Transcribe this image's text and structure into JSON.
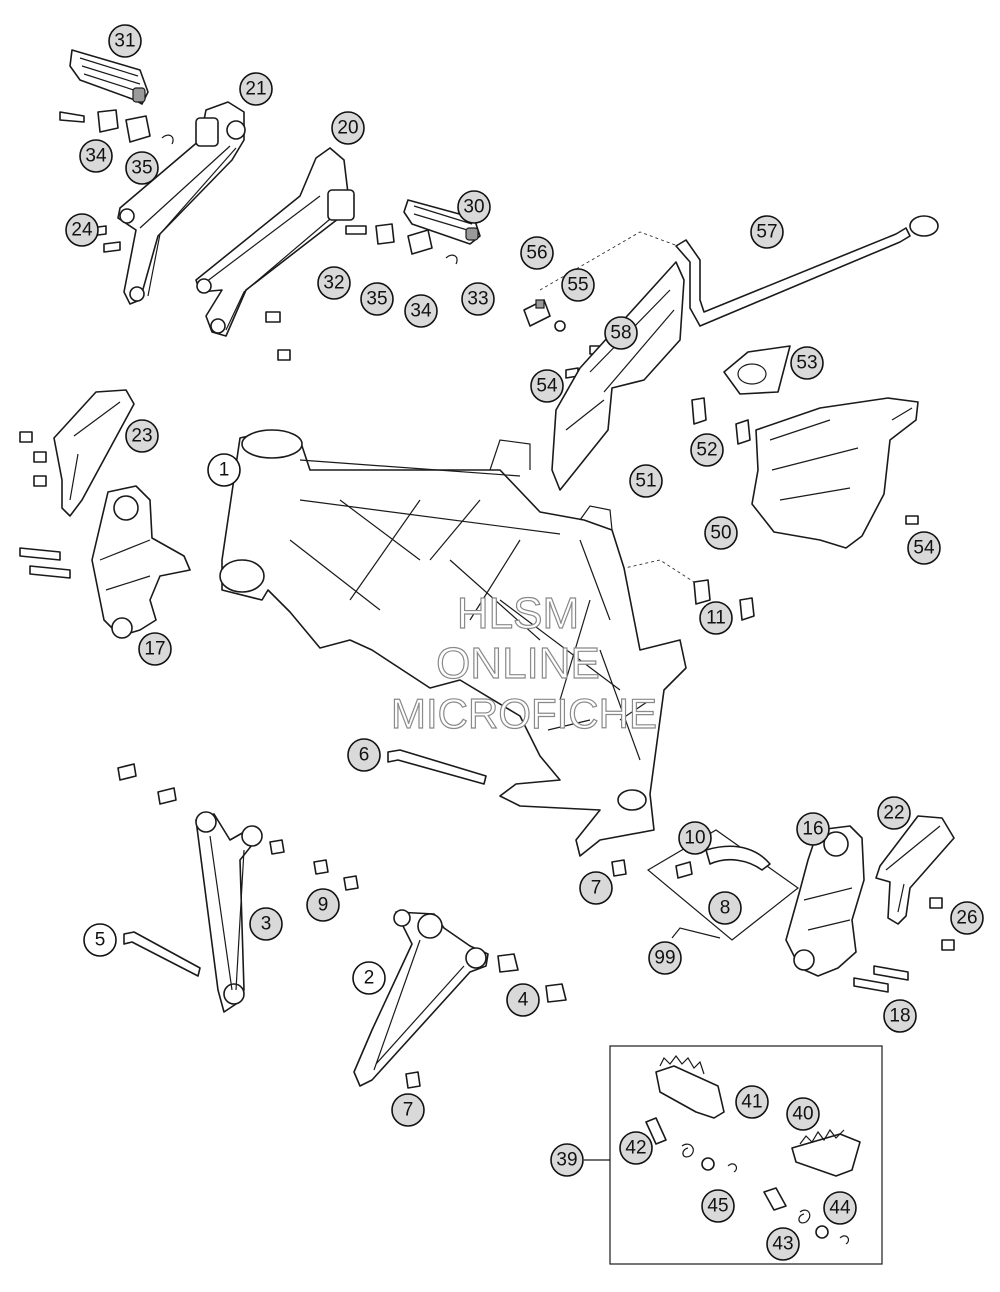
{
  "watermark": {
    "line1": "HLSM",
    "line2": "ONLINE",
    "line3": "MICROFICHE"
  },
  "colors": {
    "callout_fill_shaded": "#d9d9d9",
    "callout_fill_plain": "#ffffff",
    "stroke": "#1a1a1a"
  },
  "callouts": [
    {
      "id": "31",
      "shaded": true
    },
    {
      "id": "21",
      "shaded": true
    },
    {
      "id": "20",
      "shaded": true
    },
    {
      "id": "34",
      "shaded": true
    },
    {
      "id": "35",
      "shaded": true
    },
    {
      "id": "30",
      "shaded": true
    },
    {
      "id": "24",
      "shaded": true
    },
    {
      "id": "32",
      "shaded": true
    },
    {
      "id": "35",
      "shaded": true
    },
    {
      "id": "34",
      "shaded": true
    },
    {
      "id": "33",
      "shaded": true
    },
    {
      "id": "57",
      "shaded": true
    },
    {
      "id": "56",
      "shaded": true
    },
    {
      "id": "55",
      "shaded": true
    },
    {
      "id": "58",
      "shaded": true
    },
    {
      "id": "53",
      "shaded": true
    },
    {
      "id": "54",
      "shaded": true
    },
    {
      "id": "23",
      "shaded": true
    },
    {
      "id": "52",
      "shaded": true
    },
    {
      "id": "1",
      "shaded": false
    },
    {
      "id": "51",
      "shaded": true
    },
    {
      "id": "50",
      "shaded": true
    },
    {
      "id": "54",
      "shaded": true
    },
    {
      "id": "11",
      "shaded": true
    },
    {
      "id": "17",
      "shaded": true
    },
    {
      "id": "6",
      "shaded": true
    },
    {
      "id": "10",
      "shaded": true
    },
    {
      "id": "16",
      "shaded": true
    },
    {
      "id": "22",
      "shaded": true
    },
    {
      "id": "9",
      "shaded": true
    },
    {
      "id": "7",
      "shaded": true
    },
    {
      "id": "3",
      "shaded": true
    },
    {
      "id": "8",
      "shaded": true
    },
    {
      "id": "26",
      "shaded": true
    },
    {
      "id": "5",
      "shaded": false
    },
    {
      "id": "2",
      "shaded": false
    },
    {
      "id": "99",
      "shaded": true
    },
    {
      "id": "4",
      "shaded": true
    },
    {
      "id": "18",
      "shaded": true
    },
    {
      "id": "41",
      "shaded": true
    },
    {
      "id": "40",
      "shaded": true
    },
    {
      "id": "7",
      "shaded": true
    },
    {
      "id": "42",
      "shaded": true
    },
    {
      "id": "39",
      "shaded": true
    },
    {
      "id": "45",
      "shaded": true
    },
    {
      "id": "44",
      "shaded": true
    },
    {
      "id": "43",
      "shaded": true
    }
  ]
}
